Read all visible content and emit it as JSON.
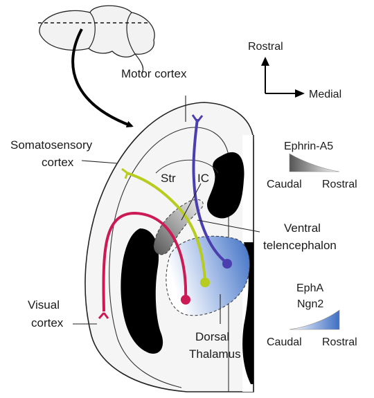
{
  "labels": {
    "motor_cortex": "Motor cortex",
    "somatosensory_line1": "Somatosensory",
    "somatosensory_line2": "cortex",
    "visual_line1": "Visual",
    "visual_line2": "cortex",
    "striatum": "Str",
    "internal_capsule": "IC",
    "ventral_line1": "Ventral",
    "ventral_line2": "telencephalon",
    "dorsal_line1": "Dorsal",
    "dorsal_line2": "Thalamus"
  },
  "orientation": {
    "up_label": "Rostral",
    "right_label": "Medial"
  },
  "gradients": {
    "ephrin": {
      "title": "Ephrin-A5",
      "left_label": "Caudal",
      "right_label": "Rostral",
      "high_end": "left",
      "color": "#555555"
    },
    "epha": {
      "title_line1": "EphA",
      "title_line2": "Ngn2",
      "left_label": "Caudal",
      "right_label": "Rostral",
      "high_end": "right",
      "color": "#3e6fc4"
    }
  },
  "axons": [
    {
      "name": "motor",
      "color": "#4b3fb0"
    },
    {
      "name": "somatosensory",
      "color": "#b8cc1f"
    },
    {
      "name": "visual",
      "color": "#cc1a55"
    }
  ]
}
